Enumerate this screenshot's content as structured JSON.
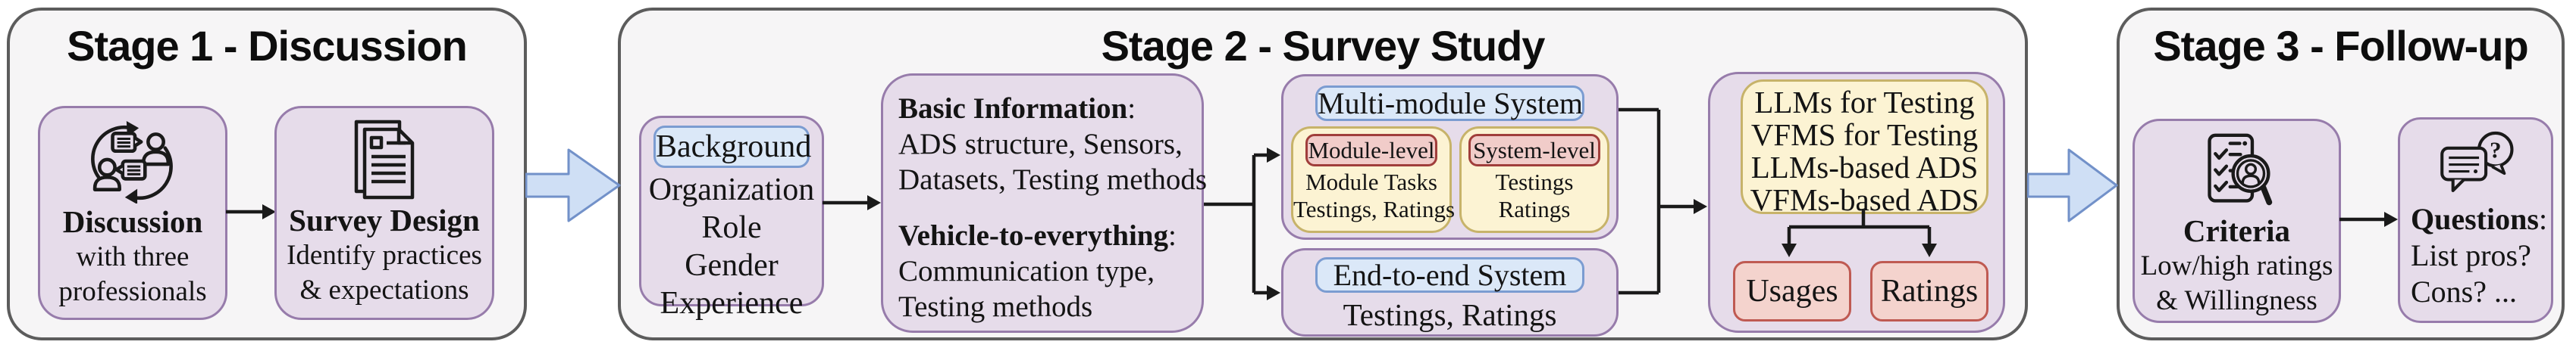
{
  "stage1": {
    "title": "Stage 1 - Discussion",
    "discussion_box": {
      "icon": "discussion-cycle-icon",
      "title": "Discussion",
      "line1": "with three",
      "line2": "professionals"
    },
    "survey_box": {
      "icon": "survey-document-icon",
      "title": "Survey Design",
      "line1": "Identify practices",
      "line2": "& expectations"
    }
  },
  "stage2": {
    "title": "Stage 2 - Survey Study",
    "background_box": {
      "label": "Background",
      "items": [
        "Organization",
        "Role",
        "Gender",
        "Experience"
      ]
    },
    "basic_info_box": {
      "heading1": "Basic Information",
      "colon": ":",
      "line1a": "ADS structure, Sensors,",
      "line1b": "Datasets, Testing methods",
      "heading2": "Vehicle-to-everything",
      "line2a": "Communication type,",
      "line2b": "Testing methods"
    },
    "multi_module_box": {
      "label": "Multi-module System",
      "module_level": {
        "label": "Module-level",
        "line1": "Module Tasks",
        "line2": "Testings, Ratings"
      },
      "system_level": {
        "label": "System-level",
        "line1": "Testings",
        "line2": "Ratings"
      }
    },
    "end_to_end_box": {
      "label": "End-to-end System",
      "line": "Testings, Ratings"
    },
    "llm_box": {
      "items": [
        "LLMs for Testing",
        "VFMS for Testing",
        "LLMs-based ADS",
        "VFMs-based ADS"
      ],
      "usages_label": "Usages",
      "ratings_label": "Ratings"
    }
  },
  "stage3": {
    "title": "Stage 3 - Follow-up",
    "criteria_box": {
      "icon": "criteria-checklist-icon",
      "title": "Criteria",
      "line1": "Low/high ratings",
      "line2": "& Willingness"
    },
    "questions_box": {
      "icon": "questions-chat-icon",
      "title": "Questions",
      "colon": ":",
      "line1": "List pros?",
      "line2": "Cons? ..."
    }
  },
  "icons": {
    "question_mark": "?"
  },
  "colors": {
    "container_bg": "#f6f5f6",
    "container_border": "#5c5c5c",
    "purple_bg": "#e6dcea",
    "purple_border": "#977cab",
    "blue_label_bg": "#dbe8f8",
    "blue_label_border": "#7b9cd1",
    "yellow_bg": "#fcf3d3",
    "yellow_border": "#c7b36a",
    "red_label_bg": "#f1ccc9",
    "red_label_border": "#a03e3b",
    "pink_bg": "#f4d3cd",
    "pink_border": "#bf5a52",
    "big_arrow_fill": "#cfdff5",
    "big_arrow_border": "#7291c9",
    "line_color": "#1a1a1a"
  }
}
